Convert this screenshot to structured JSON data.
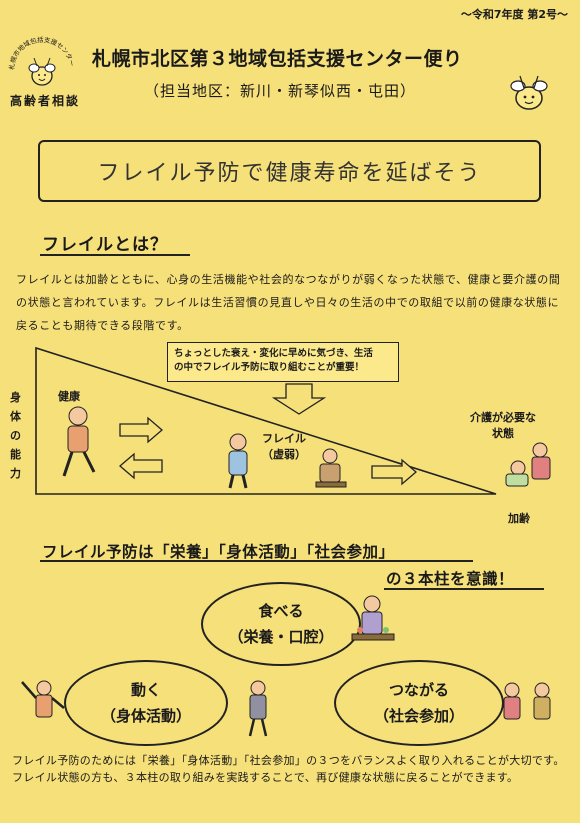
{
  "header": {
    "issue": "〜令和7年度 第2号〜",
    "logo_ring_text": "札幌市地域包括支援センター",
    "logo_bottom_text": "高齢者相談",
    "title": "札幌市北区第３地域包括支援センター便り",
    "subtitle": "（担当地区：新川・新琴似西・屯田）"
  },
  "banner": {
    "text": "フレイル予防で健康寿命を延ばそう"
  },
  "section1": {
    "heading": "フレイルとは？",
    "paragraph": "フレイルとは加齢とともに、心身の生活機能や社会的なつながりが弱くなった状態で、健康と要介護の間の状態と言われています。フレイルは生活習慣の見直しや日々の生活の中での取組で以前の健康な状態に戻ることも期待できる段階です。"
  },
  "diagram": {
    "callout_line1": "ちょっとした衰え・変化に早めに気づき、生活",
    "callout_line2": "の中でフレイル予防に取り組むことが重要！",
    "y_axis_label": "身体の能力",
    "x_axis_label": "加齢",
    "stage_healthy": "健康",
    "stage_frail_line1": "フレイル",
    "stage_frail_line2": "（虚弱）",
    "stage_care_line1": "介護が必要な",
    "stage_care_line2": "状態"
  },
  "section2": {
    "heading_line1": "フレイル予防は「栄養」「身体活動」「社会参加」",
    "heading_line2": "の３本柱を意識！",
    "pillar1_title": "食べる",
    "pillar1_sub": "（栄養・口腔）",
    "pillar2_title": "動く",
    "pillar2_sub": "（身体活動）",
    "pillar3_title": "つながる",
    "pillar3_sub": "（社会参加）"
  },
  "footer": {
    "text": "フレイル予防のためには「栄養」「身体活動」「社会参加」の３つをバランスよく取り入れることが大切です。フレイル状態の方も、３本柱の取り組みを実践することで、再び健康な状態に戻ることができます。"
  }
}
